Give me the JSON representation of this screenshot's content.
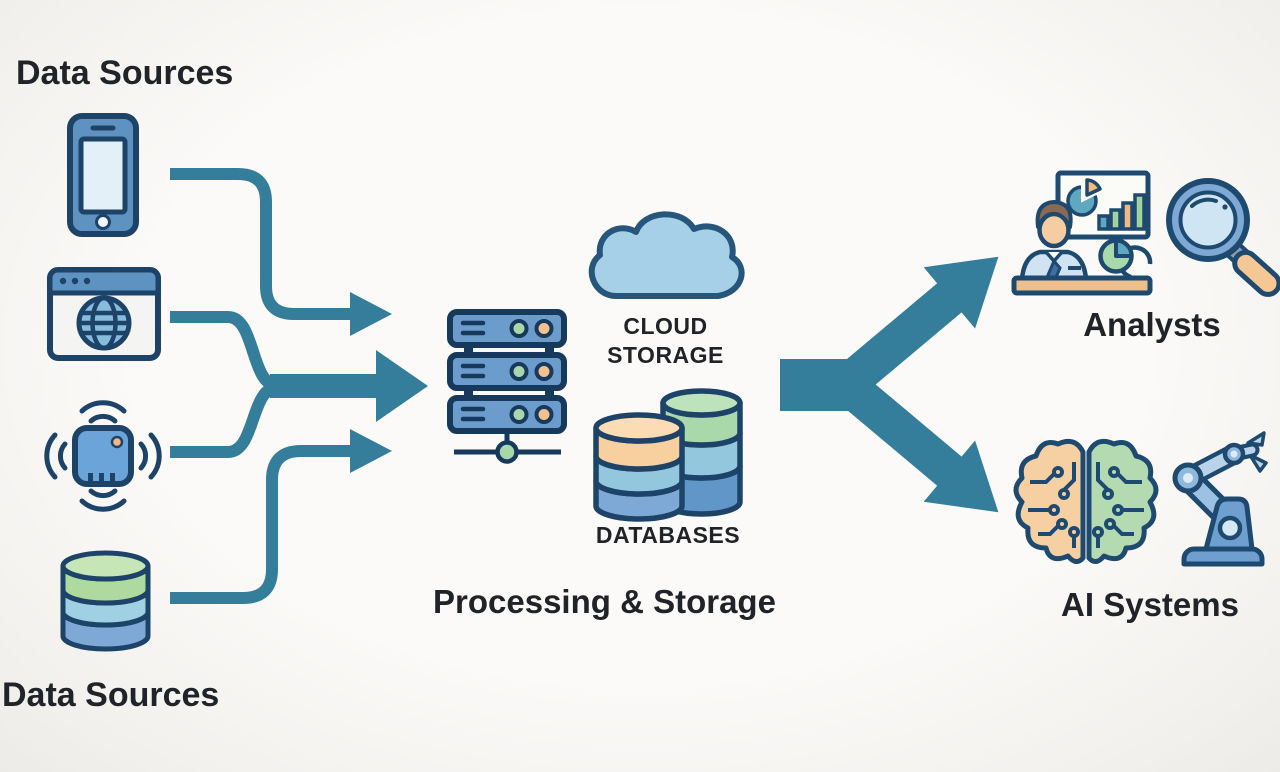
{
  "labels": {
    "data_sources_top": "Data Sources",
    "data_sources_bottom": "Data Sources",
    "cloud_line1": "CLOUD",
    "cloud_line2": "STORAGE",
    "databases": "DATABASES",
    "processing_storage": "Processing & Storage",
    "analysts": "Analysts",
    "ai_systems": "AI Systems"
  },
  "nodes": {
    "sources": {
      "label": "Data Sources",
      "icons": [
        "smartphone-icon",
        "web-browser-icon",
        "iot-device-icon",
        "database-icon"
      ]
    },
    "processing": {
      "label": "Processing & Storage",
      "icons": [
        "server-rack-icon",
        "cloud-icon",
        "databases-icon"
      ],
      "sub_labels": [
        "CLOUD STORAGE",
        "DATABASES"
      ]
    },
    "analysts": {
      "label": "Analysts",
      "icons": [
        "analyst-dashboard-icon",
        "magnifier-icon"
      ]
    },
    "ai_systems": {
      "label": "AI Systems",
      "icons": [
        "circuit-brain-icon",
        "robot-arm-icon"
      ]
    }
  },
  "flows": [
    {
      "from": "smartphone",
      "to": "processing"
    },
    {
      "from": "web-browser",
      "to": "processing"
    },
    {
      "from": "iot-device",
      "to": "processing"
    },
    {
      "from": "database",
      "to": "processing"
    },
    {
      "from": "processing",
      "to": "analysts"
    },
    {
      "from": "processing",
      "to": "ai_systems"
    }
  ],
  "colors": {
    "arrow": "#347e9b",
    "outline": "#1f4a70",
    "text": "#202327",
    "background": "#f8f7f4",
    "blue_fill": "#6b9ccb",
    "light_blue": "#a5d0e8",
    "green": "#a9d9ab",
    "orange": "#f6cd9e"
  }
}
